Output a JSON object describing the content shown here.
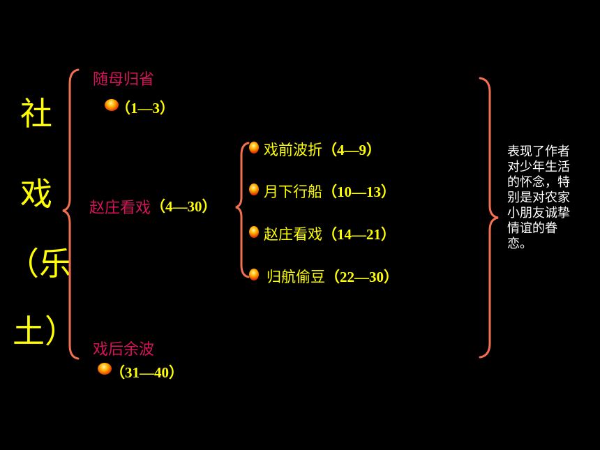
{
  "title_chars": [
    "社",
    "戏",
    "（乐",
    "土）"
  ],
  "colors": {
    "title": "#ffff00",
    "section": "#d4145a",
    "sub": "#ffff00",
    "brace": "#f07050",
    "summary": "#ffffff"
  },
  "sections": {
    "s1": {
      "label": "随母归省",
      "range": "（1—3）"
    },
    "s2": {
      "label": "赵庄看戏",
      "range": "（4—30）"
    },
    "s3": {
      "label": "戏后余波",
      "range": "（31—40）"
    }
  },
  "subsections": [
    {
      "label": "戏前波折",
      "range": "（4—9）"
    },
    {
      "label": "月下行船",
      "range": "（10—13）"
    },
    {
      "label": "赵庄看戏",
      "range": "（14—21）"
    },
    {
      "label": "归航偷豆",
      "range": "（22—30）"
    }
  ],
  "summary": "表现了作者对少年生活的怀念，特别是对农家小朋友诚挚情谊的眷恋。",
  "icons": {
    "bullet": "orange-ball-bullet-icon",
    "brace": "curly-brace"
  }
}
